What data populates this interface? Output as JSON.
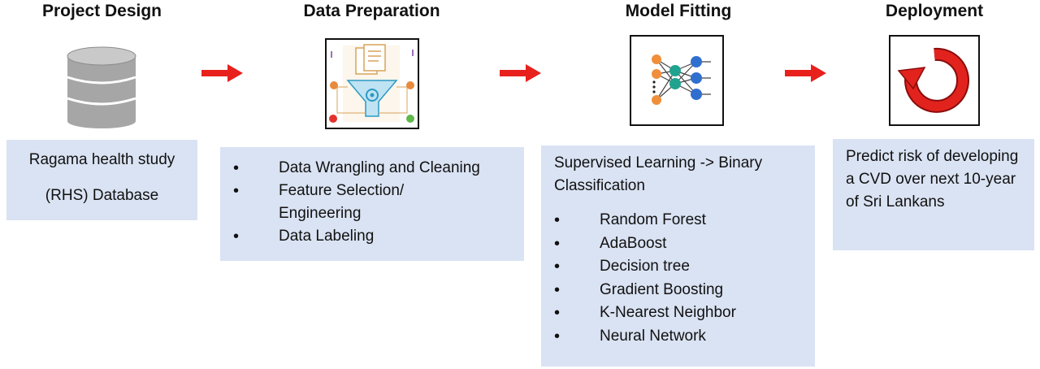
{
  "stages": [
    {
      "title": "Project Design",
      "icon": "database-icon",
      "lines": [
        "Ragama health study",
        "(RHS) Database"
      ]
    },
    {
      "title": "Data Preparation",
      "icon": "data-funnel-icon",
      "items": [
        "Data Wrangling and Cleaning",
        "Feature Selection/ Engineering",
        "Data Labeling"
      ]
    },
    {
      "title": "Model Fitting",
      "icon": "neural-network-icon",
      "intro": "Supervised Learning -> Binary Classification",
      "items": [
        "Random Forest",
        "AdaBoost",
        "Decision tree",
        "Gradient Boosting",
        "K-Nearest Neighbor",
        "Neural Network"
      ]
    },
    {
      "title": "Deployment",
      "icon": "deploy-refresh-icon",
      "text": "Predict risk of developing a CVD over next 10-year of Sri Lankans"
    }
  ],
  "colors": {
    "card_fill": "#dae3f3",
    "arrow": "#e8211d",
    "database_gray": "#a6a6a6"
  }
}
